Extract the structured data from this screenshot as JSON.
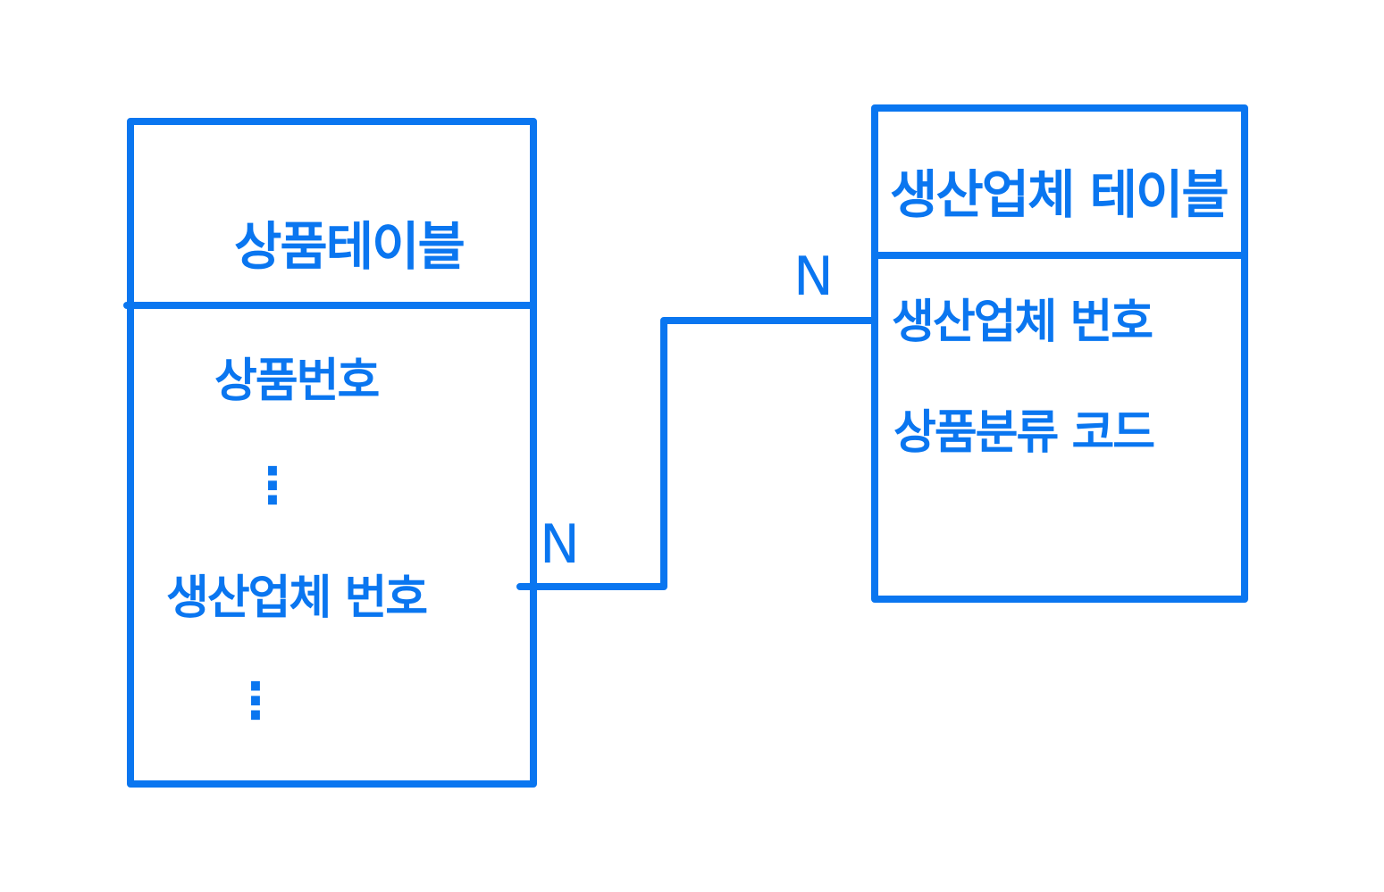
{
  "left_table": {
    "title": "상품테이블",
    "rows": [
      "상품번호",
      "⋮",
      "생산업체 번호",
      "⋮"
    ]
  },
  "right_table": {
    "title": "생산업체 테이블",
    "rows": [
      "생산업체 번호",
      "상품분류 코드"
    ]
  },
  "relationship": {
    "left_cardinality": "N",
    "right_cardinality": "N"
  },
  "colors": {
    "stroke": "#0a76f0",
    "background": "#ffffff"
  }
}
